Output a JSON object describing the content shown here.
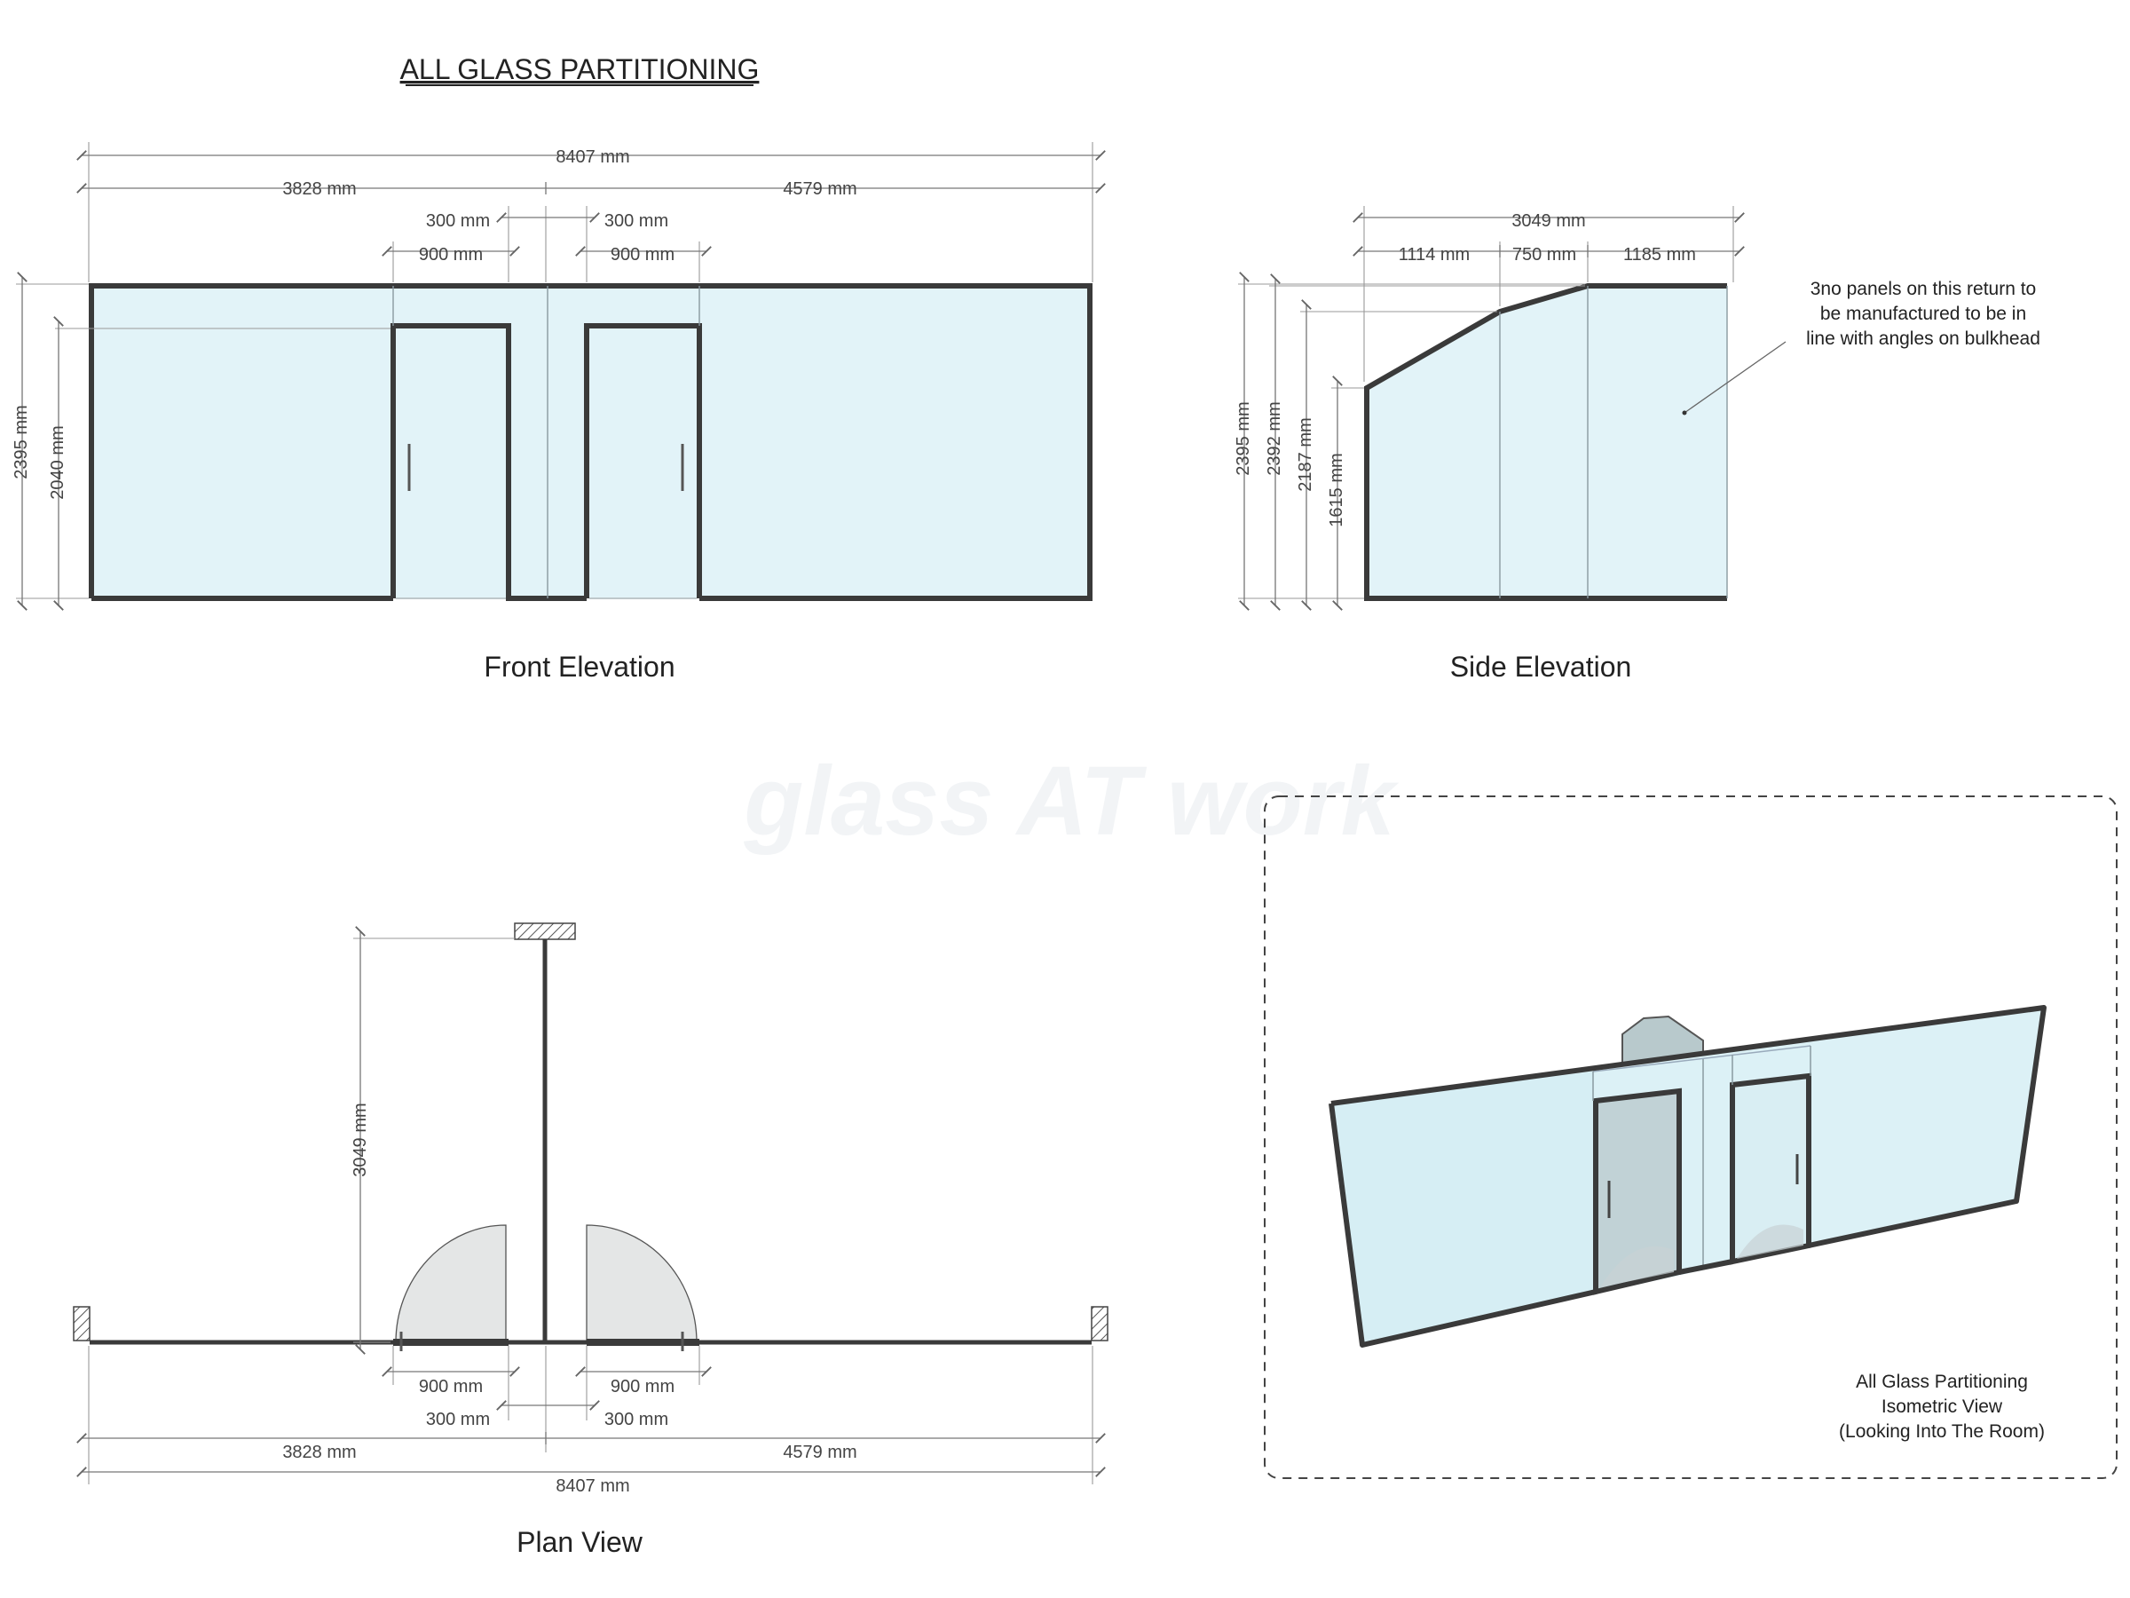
{
  "title": "ALL GLASS PARTITIONING",
  "front_elevation": {
    "caption": "Front Elevation",
    "overall_width": "8407 mm",
    "left_width": "3828 mm",
    "right_width": "4579 mm",
    "mid_left": "300 mm",
    "mid_right": "300 mm",
    "door_left": "900 mm",
    "door_right": "900 mm",
    "overall_height": "2395 mm",
    "door_height": "2040 mm"
  },
  "side_elevation": {
    "caption": "Side Elevation",
    "overall_width": "3049 mm",
    "seg_1": "1114 mm",
    "seg_2": "750 mm",
    "seg_3": "1185 mm",
    "h1": "2395 mm",
    "h2": "2392 mm",
    "h3": "2187 mm",
    "h4": "1615 mm",
    "note_line_1": "3no panels on this return to",
    "note_line_2": "be manufactured to be in",
    "note_line_3": "line with angles on bulkhead"
  },
  "plan_view": {
    "caption": "Plan View",
    "return_depth": "3049 mm",
    "door_left": "900 mm",
    "door_right": "900 mm",
    "mid_left": "300 mm",
    "mid_right": "300 mm",
    "left_width": "3828 mm",
    "right_width": "4579 mm",
    "overall_width": "8407 mm"
  },
  "isometric_view": {
    "caption_line_1": "All Glass Partitioning",
    "caption_line_2": "Isometric View",
    "caption_line_3": "(Looking Into The Room)"
  },
  "watermark": "glass AT work",
  "colors": {
    "glass": "#e2f3f8",
    "frame": "#3a3a3a",
    "door_swing": "#e4e6e6",
    "dims": "#777777"
  }
}
